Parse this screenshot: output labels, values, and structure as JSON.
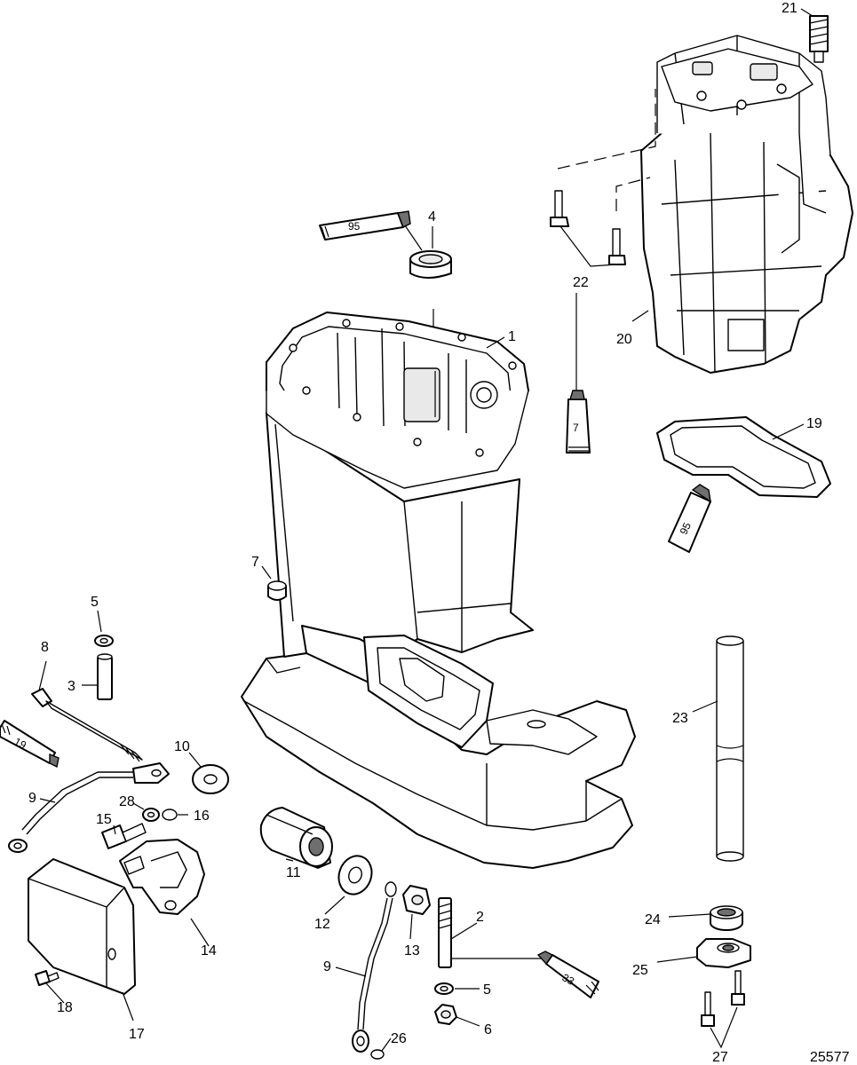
{
  "figure_number": "25577",
  "sealants": {
    "a": "95",
    "b": "7",
    "c": "33",
    "d": "19"
  },
  "callouts": {
    "c1": "1",
    "c2": "2",
    "c3": "3",
    "c4": "4",
    "c5a": "5",
    "c5b": "5",
    "c6": "6",
    "c7": "7",
    "c8": "8",
    "c9a": "9",
    "c9b": "9",
    "c10": "10",
    "c11": "11",
    "c12": "12",
    "c13": "13",
    "c14": "14",
    "c15": "15",
    "c16": "16",
    "c17": "17",
    "c18": "18",
    "c19": "19",
    "c20": "20",
    "c21": "21",
    "c22": "22",
    "c23": "23",
    "c24": "24",
    "c25": "25",
    "c26": "26",
    "c27": "27",
    "c28": "28"
  }
}
